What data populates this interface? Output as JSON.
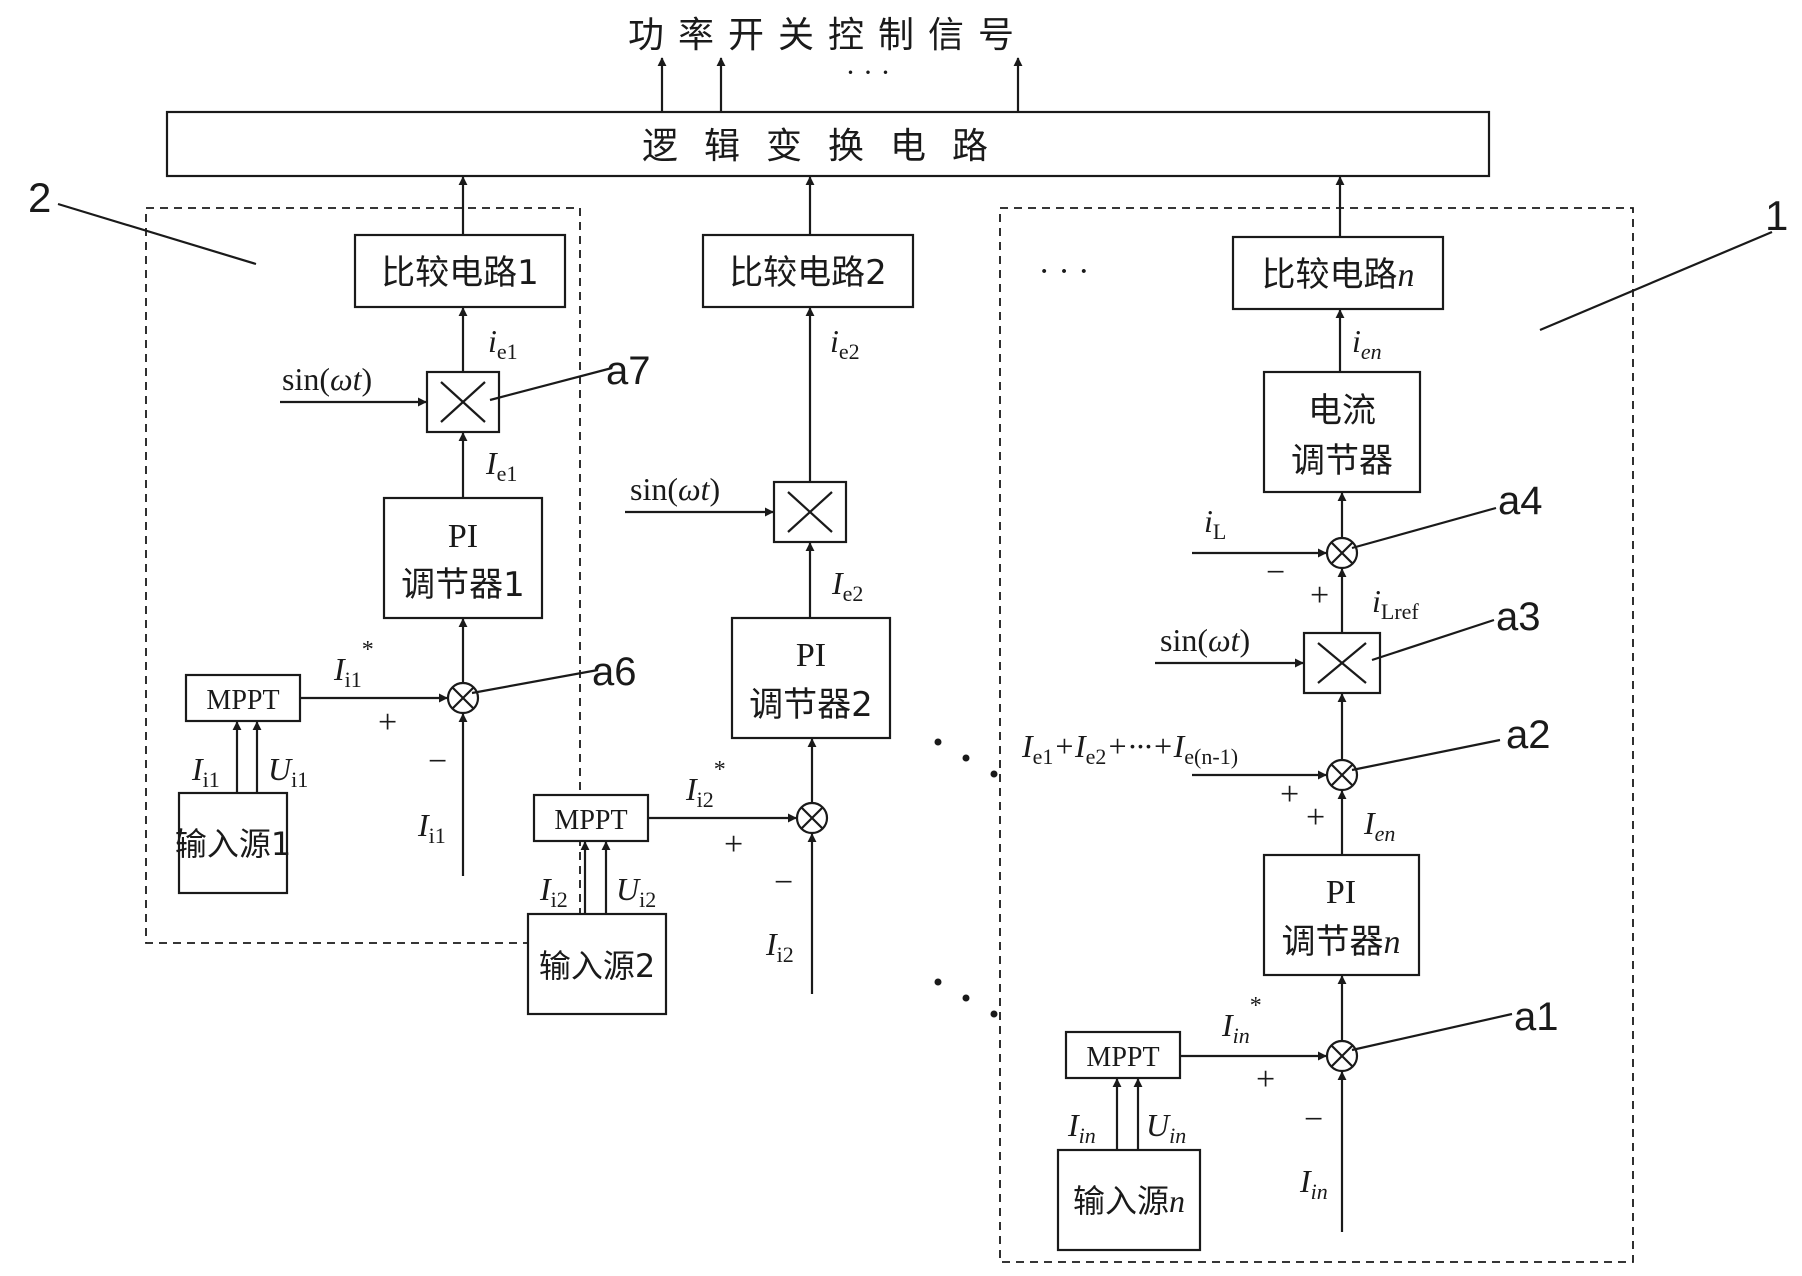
{
  "output_label": "功率开关控制信号",
  "logic_block": "逻辑变换电路",
  "dots": "· · ·",
  "group_labels": {
    "left": "2",
    "right": "1"
  },
  "callouts": {
    "a1": "a1",
    "a2": "a2",
    "a3": "a3",
    "a4": "a4",
    "a6": "a6",
    "a7": "a7"
  },
  "col1": {
    "compare": "比较电路1",
    "pi_line1": "PI",
    "pi_line2": "调节器1",
    "mppt": "MPPT",
    "source": "输入源1",
    "sin": "sin(ωt)",
    "i_e": "i",
    "i_e_sub": "e1",
    "I_e": "I",
    "I_e_sub": "e1",
    "I_ref": "I",
    "I_ref_sub": "i1",
    "I_ref_sup": "*",
    "I_meas": "I",
    "I_meas_sub": "i1",
    "I_src": "I",
    "I_src_sub": "i1",
    "U_src": "U",
    "U_src_sub": "i1",
    "plus": "+",
    "minus": "−"
  },
  "col2": {
    "compare": "比较电路2",
    "pi_line1": "PI",
    "pi_line2": "调节器2",
    "mppt": "MPPT",
    "source": "输入源2",
    "sin": "sin(ωt)",
    "i_e": "i",
    "i_e_sub": "e2",
    "I_e": "I",
    "I_e_sub": "e2",
    "I_ref": "I",
    "I_ref_sub": "i2",
    "I_ref_sup": "*",
    "I_meas": "I",
    "I_meas_sub": "i2",
    "I_src": "I",
    "I_src_sub": "i2",
    "U_src": "U",
    "U_src_sub": "i2",
    "plus": "+",
    "minus": "−"
  },
  "coln": {
    "compare_prefix": "比较电路",
    "compare_n": "n",
    "current_reg_line1": "电流",
    "current_reg_line2": "调节器",
    "pi_line1": "PI",
    "pi_line2_prefix": "调节器",
    "pi_line2_n": "n",
    "mppt": "MPPT",
    "source_prefix": "输入源",
    "source_n": "n",
    "sin": "sin(ωt)",
    "i_e": "i",
    "i_e_sub": "en",
    "i_L": "i",
    "i_L_sub": "L",
    "i_Lref": "i",
    "i_Lref_sub": "Lref",
    "sum_expr_a": "I",
    "sum_expr_a_sub": "e1",
    "sum_expr_b": "+I",
    "sum_expr_b_sub": "e2",
    "sum_expr_c": "+···+I",
    "sum_expr_c_sub": "e(n-1)",
    "I_e": "I",
    "I_e_sub": "en",
    "I_ref": "I",
    "I_ref_sub": "in",
    "I_ref_sup": "*",
    "I_meas": "I",
    "I_meas_sub": "in",
    "I_src": "I",
    "I_src_sub": "in",
    "U_src": "U",
    "U_src_sub": "in",
    "plus": "+",
    "minus": "−"
  }
}
